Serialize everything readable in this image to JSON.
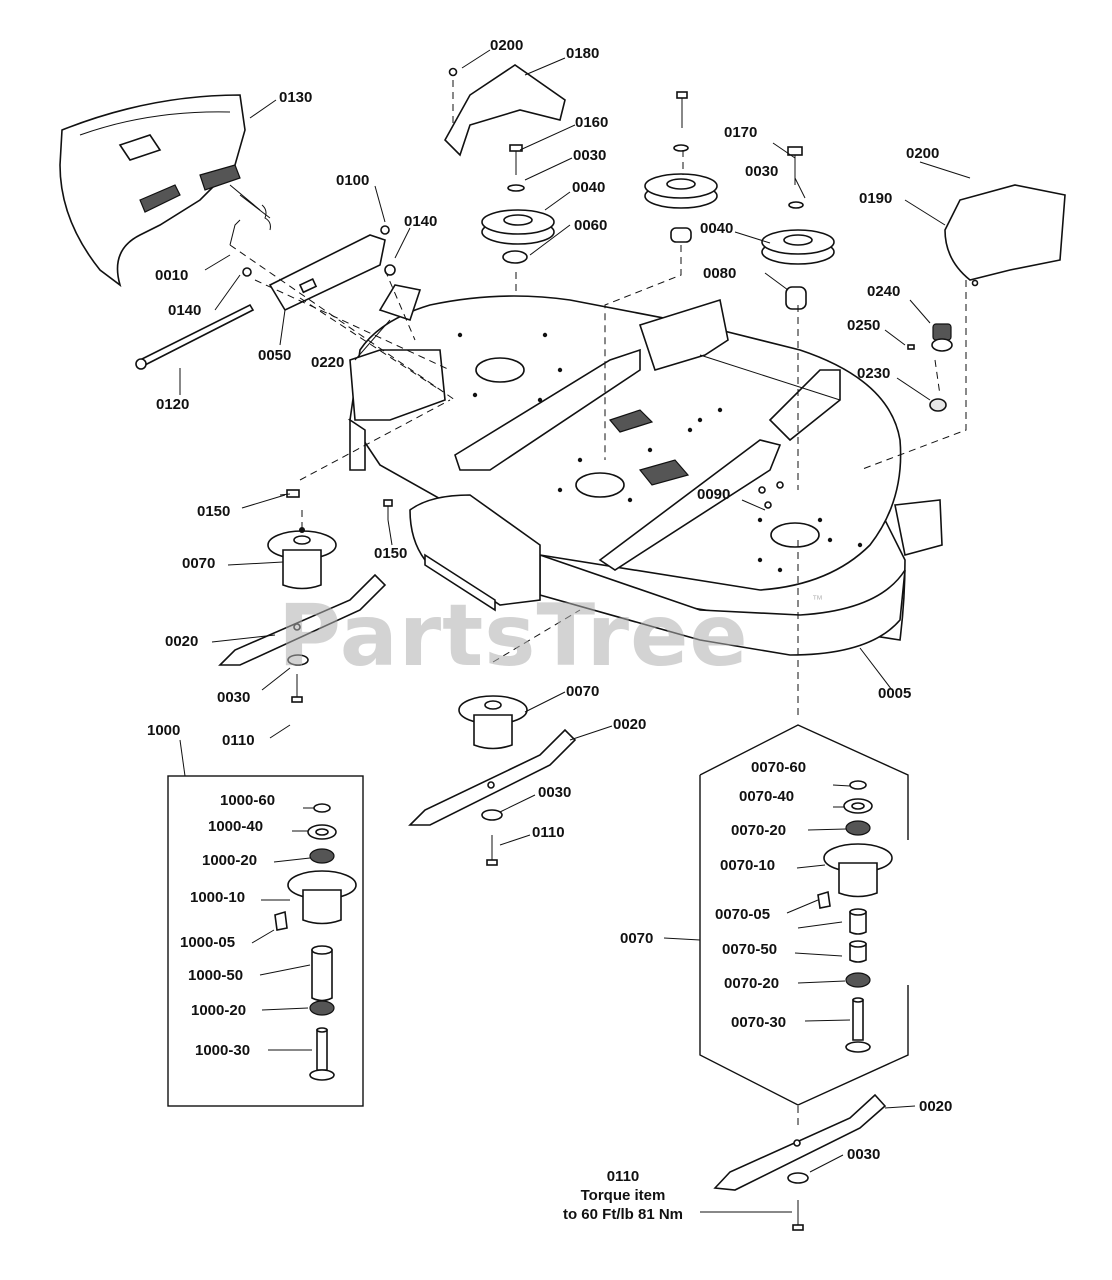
{
  "watermark": {
    "text": "PartsTree",
    "mark": "™"
  },
  "callouts": [
    {
      "id": "c0200a",
      "text": "0200"
    },
    {
      "id": "c0180",
      "text": "0180"
    },
    {
      "id": "c0130",
      "text": "0130"
    },
    {
      "id": "c0160",
      "text": "0160"
    },
    {
      "id": "c0170",
      "text": "0170"
    },
    {
      "id": "c0030a",
      "text": "0030"
    },
    {
      "id": "c0200b",
      "text": "0200"
    },
    {
      "id": "c0030b",
      "text": "0030"
    },
    {
      "id": "c0100",
      "text": "0100"
    },
    {
      "id": "c0040a",
      "text": "0040"
    },
    {
      "id": "c0140a",
      "text": "0140"
    },
    {
      "id": "c0190",
      "text": "0190"
    },
    {
      "id": "c0060",
      "text": "0060"
    },
    {
      "id": "c0040b",
      "text": "0040"
    },
    {
      "id": "c0010",
      "text": "0010"
    },
    {
      "id": "c0080",
      "text": "0080"
    },
    {
      "id": "c0140b",
      "text": "0140"
    },
    {
      "id": "c0240",
      "text": "0240"
    },
    {
      "id": "c0250",
      "text": "0250"
    },
    {
      "id": "c0050",
      "text": "0050"
    },
    {
      "id": "c0220",
      "text": "0220"
    },
    {
      "id": "c0230",
      "text": "0230"
    },
    {
      "id": "c0120",
      "text": "0120"
    },
    {
      "id": "c0090",
      "text": "0090"
    },
    {
      "id": "c0150a",
      "text": "0150"
    },
    {
      "id": "c0150b",
      "text": "0150"
    },
    {
      "id": "c0070a",
      "text": "0070"
    },
    {
      "id": "c0020a",
      "text": "0020"
    },
    {
      "id": "c0030c",
      "text": "0030"
    },
    {
      "id": "c0070b",
      "text": "0070"
    },
    {
      "id": "c0005",
      "text": "0005"
    },
    {
      "id": "c0110a",
      "text": "0110"
    },
    {
      "id": "c0020b",
      "text": "0020"
    },
    {
      "id": "c1000",
      "text": "1000"
    },
    {
      "id": "c0070-60",
      "text": "0070-60"
    },
    {
      "id": "c0070-40",
      "text": "0070-40"
    },
    {
      "id": "c1000-60",
      "text": "1000-60"
    },
    {
      "id": "c0030d",
      "text": "0030"
    },
    {
      "id": "c1000-40",
      "text": "1000-40"
    },
    {
      "id": "c0070-20a",
      "text": "0070-20"
    },
    {
      "id": "c0110b",
      "text": "0110"
    },
    {
      "id": "c1000-20a",
      "text": "1000-20"
    },
    {
      "id": "c0070-10",
      "text": "0070-10"
    },
    {
      "id": "c1000-10",
      "text": "1000-10"
    },
    {
      "id": "c0070-05",
      "text": "0070-05"
    },
    {
      "id": "c0070c",
      "text": "0070"
    },
    {
      "id": "c1000-05",
      "text": "1000-05"
    },
    {
      "id": "c0070-50",
      "text": "0070-50"
    },
    {
      "id": "c1000-50",
      "text": "1000-50"
    },
    {
      "id": "c0070-20b",
      "text": "0070-20"
    },
    {
      "id": "c1000-20b",
      "text": "1000-20"
    },
    {
      "id": "c0070-30",
      "text": "0070-30"
    },
    {
      "id": "c1000-30",
      "text": "1000-30"
    },
    {
      "id": "c0020c",
      "text": "0020"
    },
    {
      "id": "c0030e",
      "text": "0030"
    }
  ],
  "torque_note": {
    "line1": "0110",
    "line2": "Torque item",
    "line3": "to 60 Ft/lb 81 Nm"
  }
}
